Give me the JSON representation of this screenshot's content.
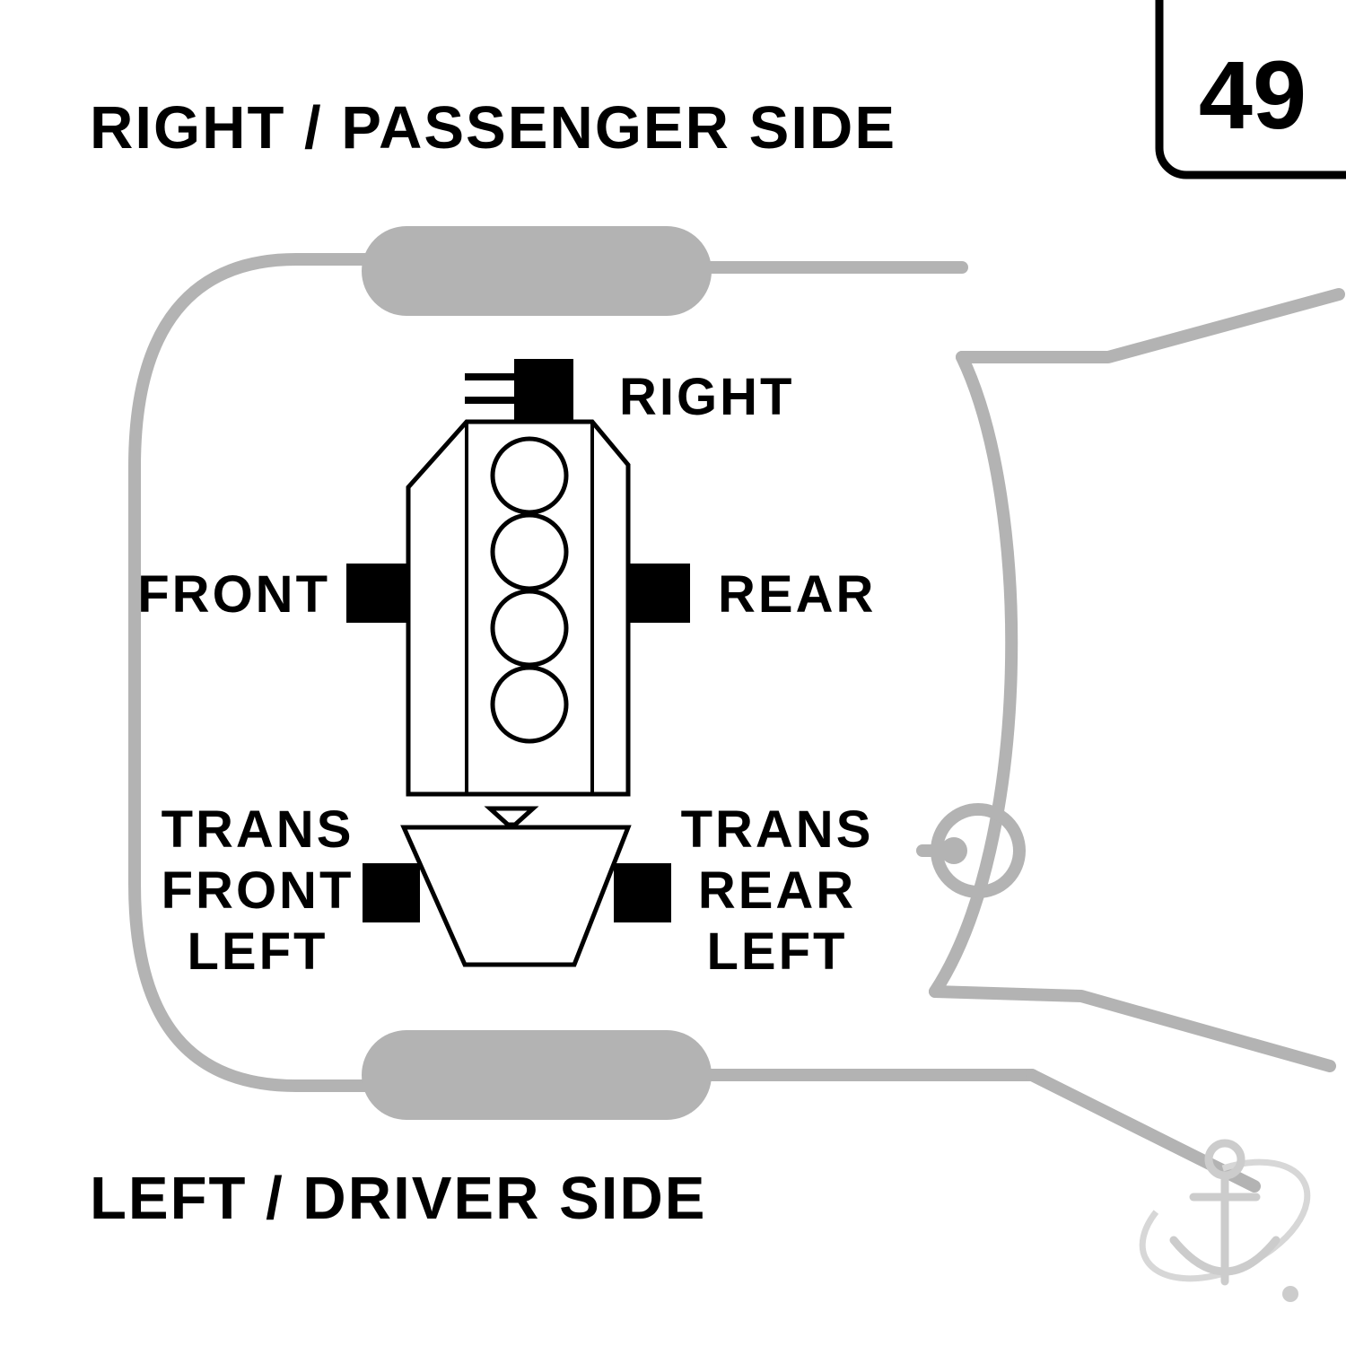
{
  "header": {
    "top_side_label": "RIGHT / PASSENGER SIDE",
    "bottom_side_label": "LEFT / DRIVER SIDE",
    "page_number": "49"
  },
  "engine_mounts": {
    "right": "RIGHT",
    "front": "FRONT",
    "rear": "REAR",
    "trans_front_left": [
      "TRANS",
      "FRONT",
      "LEFT"
    ],
    "trans_rear_left": [
      "TRANS",
      "REAR",
      "LEFT"
    ]
  },
  "icons": {
    "watermark": "anchor-logo"
  },
  "colors": {
    "diagram_black": "#000000",
    "car_outline_gray": "#b3b3b3",
    "watermark_gray": "#cccccc",
    "background": "#ffffff"
  }
}
